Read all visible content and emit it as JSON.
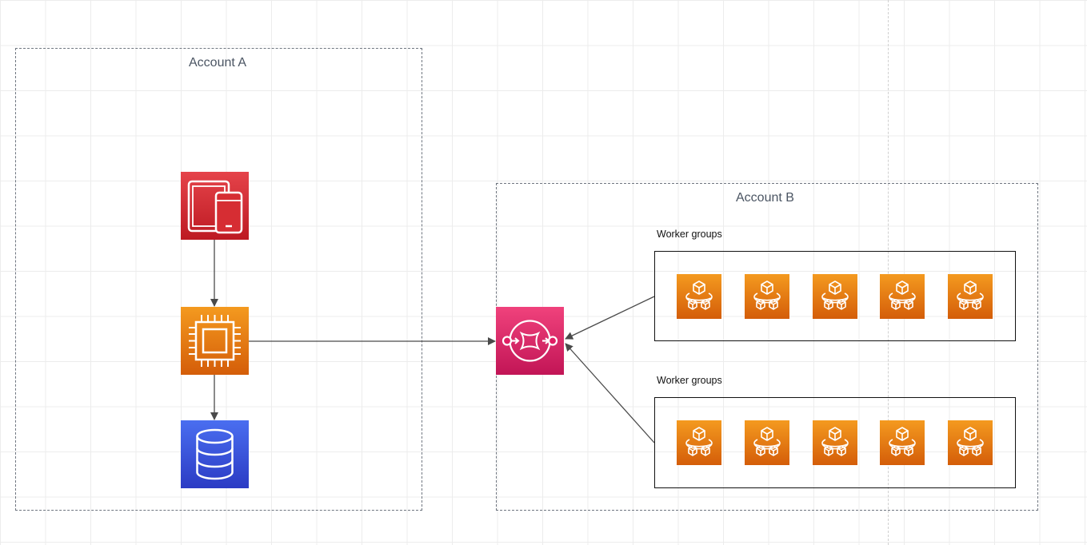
{
  "accounts": {
    "a": {
      "label": "Account A"
    },
    "b": {
      "label": "Account B"
    }
  },
  "worker_groups": [
    {
      "label": "Worker groups",
      "workers": 5
    },
    {
      "label": "Worker groups",
      "workers": 5
    }
  ],
  "icons": {
    "device": "mobile-devices-icon",
    "compute": "compute-chip-icon",
    "database": "database-icon",
    "queue": "message-queue-icon",
    "worker": "container-worker-icon"
  },
  "colors": {
    "device": "#d62d33",
    "compute": "#e7750f",
    "database": "#3b52dc",
    "queue": "#e01e63",
    "worker": "#e7750f",
    "border": "#6f7680",
    "arrow": "#4a4a4a"
  }
}
